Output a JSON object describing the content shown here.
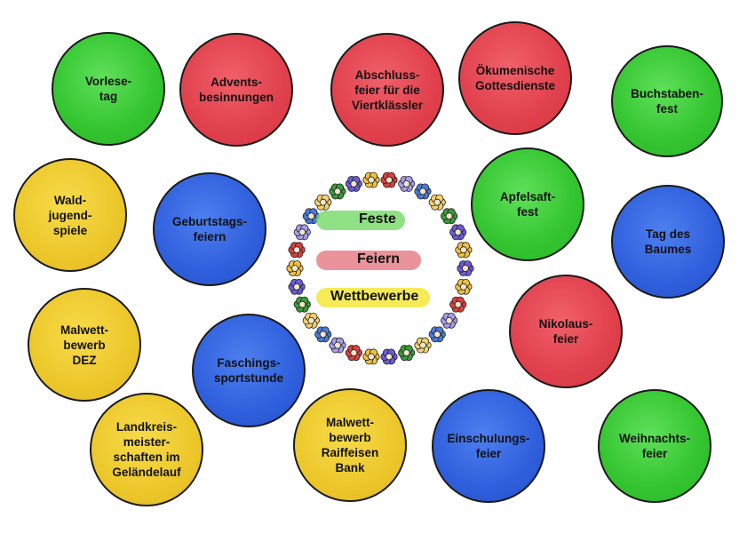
{
  "legend": {
    "feste": "Feste",
    "feiern": "Feiern",
    "wettbewerbe": "Wettbewerbe",
    "colors": {
      "feste": "#6cd86a",
      "feiern": "#e0707a",
      "wettbewerbe": "#f0e030"
    }
  },
  "circles": [
    {
      "id": "vorlesetag",
      "label": "Vorlese-\ntag",
      "color": "green"
    },
    {
      "id": "adventsbesinnungen",
      "label": "Advents-\nbesinnungen",
      "color": "red"
    },
    {
      "id": "abschlussfeier",
      "label": "Abschluss-\nfeier für die\nViertklässler",
      "color": "red"
    },
    {
      "id": "oekumenische",
      "label": "Ökumenische\nGottesdienste",
      "color": "red"
    },
    {
      "id": "buchstabenfest",
      "label": "Buchstaben-\nfest",
      "color": "green"
    },
    {
      "id": "waldjugendspiele",
      "label": "Wald-\njugend-\nspiele",
      "color": "yellow"
    },
    {
      "id": "geburtstagsfeiern",
      "label": "Geburtstags-\nfeiern",
      "color": "blue"
    },
    {
      "id": "apfelsaftfest",
      "label": "Apfelsaft-\nfest",
      "color": "green"
    },
    {
      "id": "tagdesbaumes",
      "label": "Tag des\nBaumes",
      "color": "blue"
    },
    {
      "id": "malwettbewerb-dez",
      "label": "Malwett-\nbewerb\nDEZ",
      "color": "yellow"
    },
    {
      "id": "nikolausfeier",
      "label": "Nikolaus-\nfeier",
      "color": "red"
    },
    {
      "id": "faschingssportstunde",
      "label": "Faschings-\nsportstunde",
      "color": "blue"
    },
    {
      "id": "landkreismeisterschaften",
      "label": "Landkreis-\nmeister-\nschaften im\nGeländelauf",
      "color": "yellow"
    },
    {
      "id": "malwettbewerb-raiffeisen",
      "label": "Malwett-\nbewerb\nRaiffeisen\nBank",
      "color": "yellow"
    },
    {
      "id": "einschulungsfeier",
      "label": "Einschulungs-\nfeier",
      "color": "blue"
    },
    {
      "id": "weihnachtsfeier",
      "label": "Weihnachts-\nfeier",
      "color": "green"
    }
  ]
}
